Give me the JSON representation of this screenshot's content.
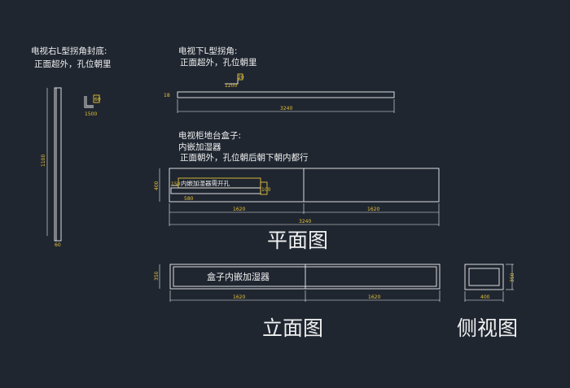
{
  "notes": {
    "right_l": [
      "电视右L型拐角封底:",
      "正面超外，孔位朝里"
    ],
    "bottom_l": [
      "电视下L型拐角:",
      "正面超外，孔位朝里"
    ],
    "cabinet_box": [
      "电视柜地台盒子:",
      "内嵌加湿器",
      "正面朝外，孔位朝后朝下朝内都行"
    ]
  },
  "labels": {
    "humidifier_hole": "内嵌加湿器需开孔",
    "box_inner": "盒子内嵌加湿器"
  },
  "titles": {
    "plan": "平面图",
    "elevation": "立面图",
    "side": "侧视图"
  },
  "dims": {
    "vertical_len": "1100",
    "small_l_a": "60",
    "small_l_b": "60",
    "small_l_c": "1500",
    "bottom_top_a": "1200",
    "bottom_top_b": "20",
    "bottom_h": "18",
    "bottom_len": "3240",
    "plan_h": "400",
    "hole_h": "150",
    "hole_w": "580",
    "hole_r": "100",
    "plan_seg1": "1620",
    "plan_seg2": "1620",
    "plan_total": "3240",
    "elev_h": "350",
    "elev_seg1": "1620",
    "elev_seg2": "1620",
    "side_w": "400",
    "side_h": "350"
  },
  "colors": {
    "background": "#1f2630",
    "line": "#f0f0f0",
    "dimension": "#e6c23a"
  }
}
